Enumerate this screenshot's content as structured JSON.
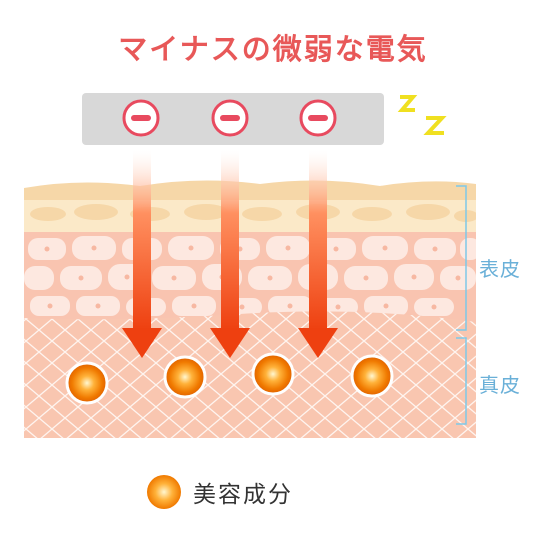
{
  "title": "マイナスの微弱な電気",
  "colors": {
    "title": "#e85858",
    "accent": "#e84a5f",
    "bracket": "#7ec8e8",
    "label": "#6ab0d8",
    "zigzag": "#f0e020",
    "bar": "#d8d8d8"
  },
  "layers": {
    "epidermis": "表皮",
    "dermis": "真皮"
  },
  "legend": {
    "label": "美容成分"
  },
  "icons": {
    "minus": "minus-circle-icon",
    "spark": "zigzag-spark-icon",
    "arrow": "down-arrow-icon",
    "ingredient": "orange-dot-icon"
  }
}
